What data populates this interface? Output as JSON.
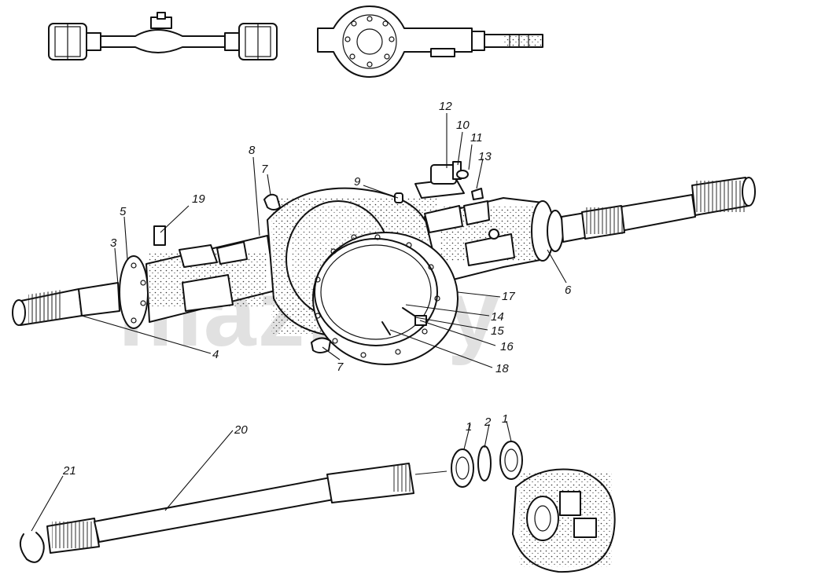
{
  "watermark": "mazk.by",
  "callouts": [
    {
      "id": "c1a",
      "text": "1"
    },
    {
      "id": "c1b",
      "text": "1"
    },
    {
      "id": "c2",
      "text": "2"
    },
    {
      "id": "c3",
      "text": "3"
    },
    {
      "id": "c4",
      "text": "4"
    },
    {
      "id": "c5",
      "text": "5"
    },
    {
      "id": "c6",
      "text": "6"
    },
    {
      "id": "c7a",
      "text": "7"
    },
    {
      "id": "c7b",
      "text": "7"
    },
    {
      "id": "c8",
      "text": "8"
    },
    {
      "id": "c9",
      "text": "9"
    },
    {
      "id": "c10",
      "text": "10"
    },
    {
      "id": "c11",
      "text": "11"
    },
    {
      "id": "c12",
      "text": "12"
    },
    {
      "id": "c13",
      "text": "13"
    },
    {
      "id": "c14",
      "text": "14"
    },
    {
      "id": "c15",
      "text": "15"
    },
    {
      "id": "c16",
      "text": "16"
    },
    {
      "id": "c17",
      "text": "17"
    },
    {
      "id": "c18",
      "text": "18"
    },
    {
      "id": "c19",
      "text": "19"
    },
    {
      "id": "c20",
      "text": "20"
    },
    {
      "id": "c21",
      "text": "21"
    }
  ]
}
